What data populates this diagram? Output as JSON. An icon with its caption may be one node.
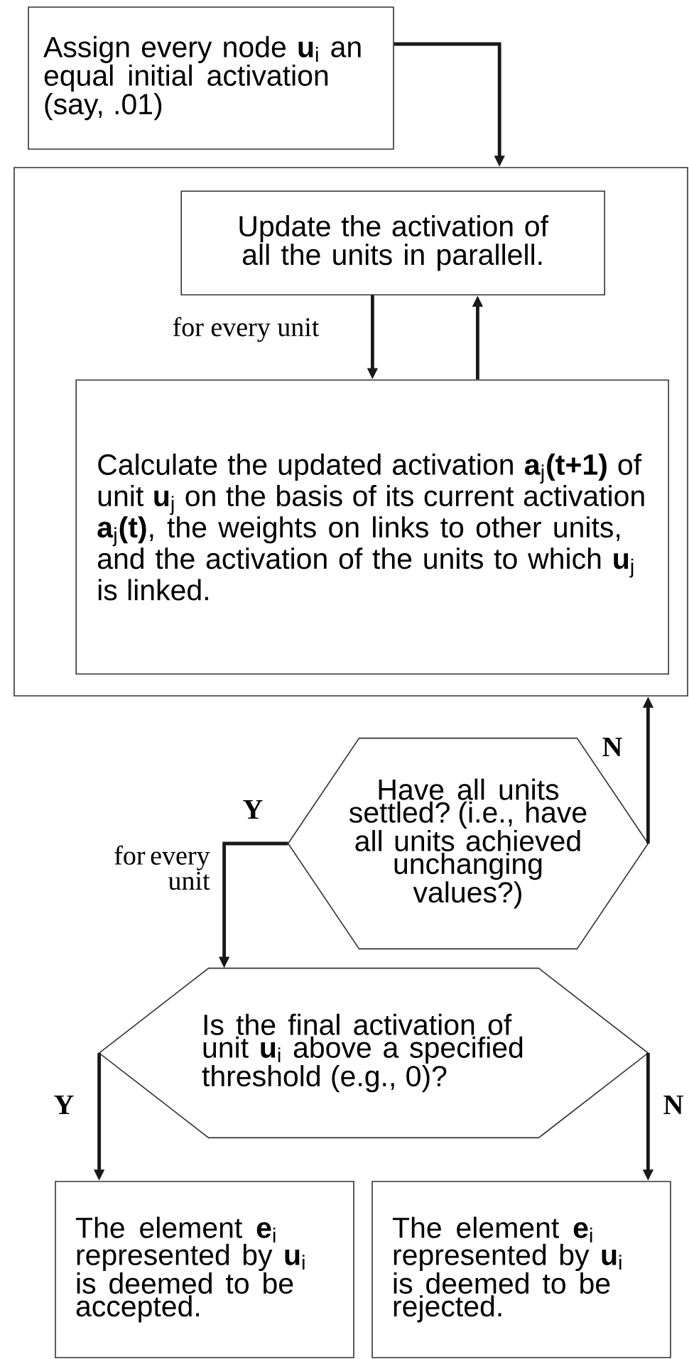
{
  "diagram": {
    "nodes": [
      {
        "text": [
          "Assign every node **u**$_{i}$ an equal initial activation (say, .01)"
        ]
      },
      {
        "text": [],
        "shape": "box"
      },
      {
        "text": [
          "Update the activation of all the units in parallell."
        ],
        "in": 1
      },
      {
        "text": [
          "Calculate the updated activation **a**$_{j}$**(t+1)** of unit **u**$_{j}$ on the basis of its current activation **a**$_{j}$**(t)**, the weights on links to other units, and the activation of the units to which **u**$_{j}$ is linked."
        ],
        "in": 1
      },
      {
        "text": [
          "Have all units settled? (i.e., have all units achieved unchanging values?)"
        ]
      },
      {
        "text": [
          "Is the final activation of unit **u**$_{i}$ above a specified threshold (e.g., 0)?"
        ]
      },
      {
        "text": [
          "The element **e**$_{i}$ represented by **u**$_{i}$ is deemed to be accepted."
        ]
      },
      {
        "text": [
          "The element **e**$_{i}$ represented by **u**$_{i}$ is deemed to be rejected."
        ]
      }
    ],
    "edges": [
      {
        "from": 0,
        "to": 1,
        "arrow": "to"
      },
      {
        "from": 2,
        "to": 3,
        "arrow": "to",
        "label": "for every unit"
      },
      {
        "from": 3,
        "to": 2,
        "arrow": "to"
      },
      {
        "from": 4,
        "to": 1,
        "arrow": "to",
        "label": "N"
      },
      {
        "from": 4,
        "to": 5,
        "arrow": "to",
        "label": "Y"
      },
      {
        "from": 5,
        "to": 6,
        "arrow": "to",
        "label": "Y"
      },
      {
        "from": 5,
        "to": 7,
        "arrow": "to",
        "label": "N"
      }
    ],
    "labels": [
      "for every unit"
    ]
  }
}
